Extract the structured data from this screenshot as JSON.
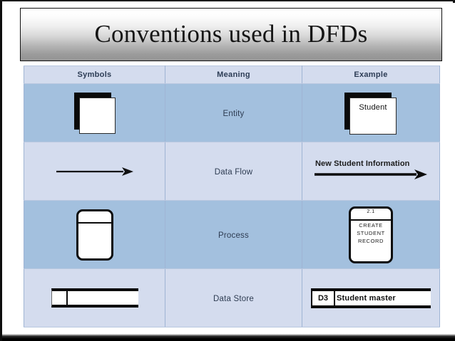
{
  "slide": {
    "title": "Conventions used in DFDs"
  },
  "table": {
    "headers": [
      "Symbols",
      "Meaning",
      "Example"
    ],
    "rows": [
      {
        "meaning": "Entity",
        "symbol_type": "entity-rectangle-with-shadow",
        "example_type": "entity-rectangle-with-shadow",
        "example_label": "Student"
      },
      {
        "meaning": "Data Flow",
        "symbol_type": "arrow-right",
        "example_type": "labelled-arrow-right",
        "example_label": "New Student Information"
      },
      {
        "meaning": "Process",
        "symbol_type": "rounded-rectangle-divided",
        "example_type": "rounded-rectangle-divided",
        "example_number": "2.1",
        "example_lines": [
          "CREATE",
          "STUDENT",
          "RECORD"
        ]
      },
      {
        "meaning": "Data Store",
        "symbol_type": "open-rectangle-divided",
        "example_type": "open-rectangle-divided",
        "example_id": "D3",
        "example_label": "Student master"
      }
    ]
  },
  "colors": {
    "row_dark": "#a3c0de",
    "row_light": "#d4dcee",
    "grid_line": "#9fb4d4",
    "symbol_black": "#0b0b0b",
    "symbol_white": "#ffffff",
    "title_gradient_top": "#ffffff",
    "title_gradient_bottom": "#949494"
  },
  "icons": {
    "arrow": "arrow-right-icon",
    "entity": "entity-box-icon",
    "process": "process-rounded-box-icon",
    "datastore": "data-store-icon"
  }
}
